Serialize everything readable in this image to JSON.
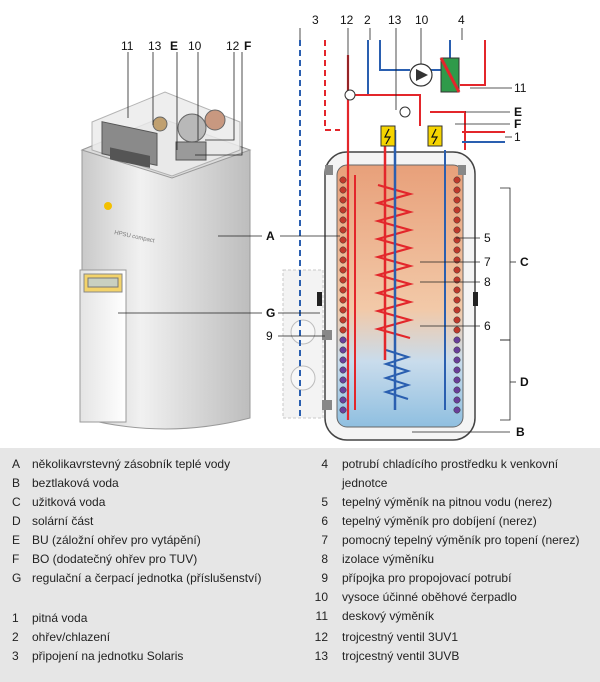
{
  "callouts": {
    "A": "A",
    "B": "B",
    "C": "C",
    "D": "D",
    "E": "E",
    "F": "F",
    "G": "G",
    "n1": "1",
    "n2": "2",
    "n3": "3",
    "n4": "4",
    "n5": "5",
    "n6": "6",
    "n7": "7",
    "n8": "8",
    "n9": "9",
    "n10": "10",
    "n11": "11",
    "n12": "12",
    "n13": "13"
  },
  "product_label": "HPSU compact",
  "legend_left": [
    {
      "key": "A",
      "text": "několikavrstevný zásobník teplé vody"
    },
    {
      "key": "B",
      "text": "beztlaková voda"
    },
    {
      "key": "C",
      "text": "užitková voda"
    },
    {
      "key": "D",
      "text": "solární část"
    },
    {
      "key": "E",
      "text": "BU (záložní ohřev pro vytápění)"
    },
    {
      "key": "F",
      "text": "BO (dodatečný ohřev pro TUV)"
    },
    {
      "key": "G",
      "text": "regulační a čerpací jednotka (příslušenství)"
    },
    {
      "key": "1",
      "text": "pitná voda"
    },
    {
      "key": "2",
      "text": "ohřev/chlazení"
    },
    {
      "key": "3",
      "text": "připojení na jednotku Solaris"
    }
  ],
  "legend_right": [
    {
      "key": "4",
      "text": "potrubí chladícího prostředku k venkovní",
      "cont": "jednotce"
    },
    {
      "key": "5",
      "text": "tepelný výměník na pitnou vodu (nerez)"
    },
    {
      "key": "6",
      "text": "tepelný výměník pro dobíjení (nerez)"
    },
    {
      "key": "7",
      "text": "pomocný tepelný výměník pro topení (nerez)"
    },
    {
      "key": "8",
      "text": "izolace výměníku"
    },
    {
      "key": "9",
      "text": "přípojka pro propojovací potrubí"
    },
    {
      "key": "10",
      "text": "vysoce účinné oběhové čerpadlo"
    },
    {
      "key": "11",
      "text": "deskový výměník"
    },
    {
      "key": "12",
      "text": "trojcestný ventil 3UV1"
    },
    {
      "key": "13",
      "text": "trojcestný ventil 3UVB"
    }
  ],
  "colors": {
    "hot": "#e3262b",
    "cold": "#2a5fb0",
    "heat": "#f0a070",
    "cool": "#a8cde6",
    "bolt": "#f5d400"
  }
}
